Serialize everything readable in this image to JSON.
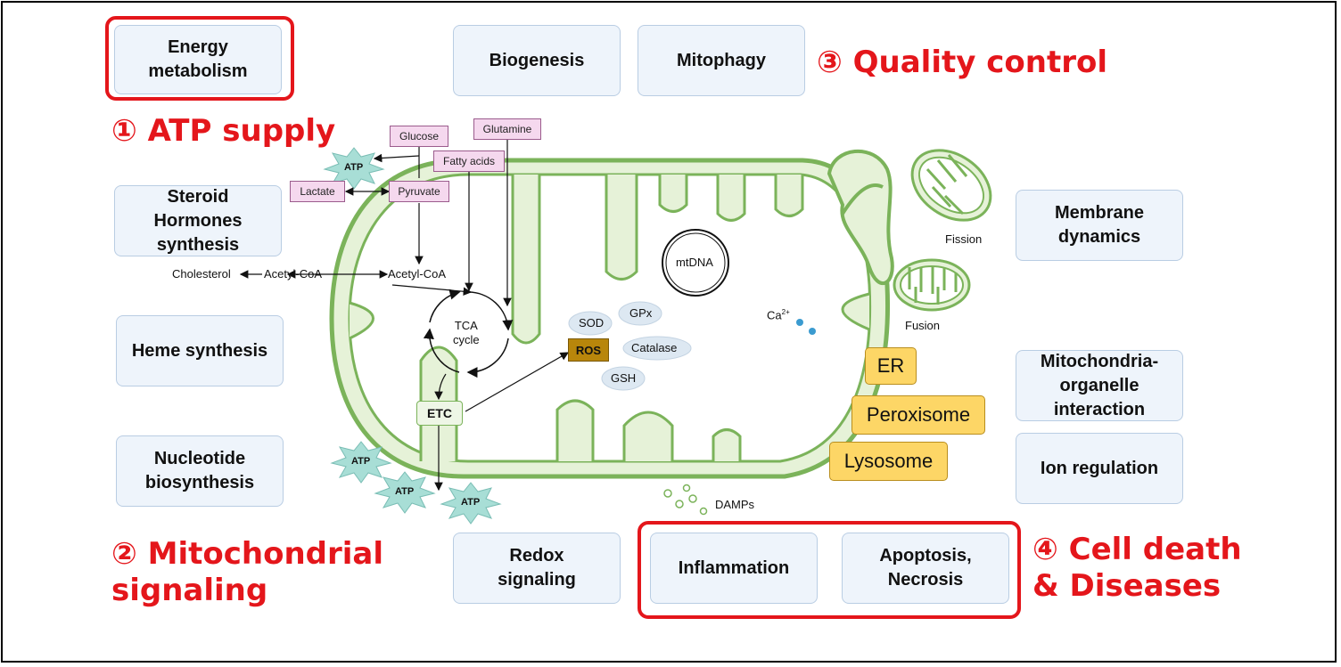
{
  "boxes": {
    "energy_metabolism": "Energy\nmetabolism",
    "biogenesis": "Biogenesis",
    "mitophagy": "Mitophagy",
    "steroid": "Steroid\nHormones\nsynthesis",
    "heme": "Heme synthesis",
    "nucleotide": "Nucleotide\nbiosynthesis",
    "membrane_dynamics": "Membrane\ndynamics",
    "organelle_interaction": "Mitochondria-\norganelle\ninteraction",
    "ion_regulation": "Ion regulation",
    "redox": "Redox\nsignaling",
    "inflammation": "Inflammation",
    "apoptosis": "Apoptosis,\nNecrosis"
  },
  "headings": {
    "atp_supply": "① ATP supply",
    "quality_control": "③ Quality control",
    "mito_signaling": "② Mitochondrial\n    signaling",
    "cell_death": "④ Cell death\n   & Diseases"
  },
  "metabolites": {
    "glucose": "Glucose",
    "glutamine": "Glutamine",
    "fatty_acids": "Fatty acids",
    "lactate": "Lactate",
    "pyruvate": "Pyruvate"
  },
  "pathway": {
    "cholesterol": "Cholesterol",
    "acetyl_coa_left": "Acetyl-CoA",
    "acetyl_coa_right": "Acetyl-CoA",
    "tca": "TCA\ncycle",
    "etc": "ETC",
    "atp": "ATP",
    "mtdna": "mtDNA",
    "sod": "SOD",
    "gpx": "GPx",
    "ros": "ROS",
    "catalase": "Catalase",
    "gsh": "GSH",
    "ca": "Ca",
    "ca_sup": "2+",
    "fission": "Fission",
    "fusion": "Fusion",
    "damps": "DAMPs"
  },
  "organelles": {
    "er": "ER",
    "peroxisome": "Peroxisome",
    "lysosome": "Lysosome"
  },
  "colors": {
    "red": "#e4161b",
    "mito_fill": "#e6f2d8",
    "mito_stroke": "#7bb35a",
    "box_bg": "#eef4fb",
    "gold": "#fdd666"
  }
}
